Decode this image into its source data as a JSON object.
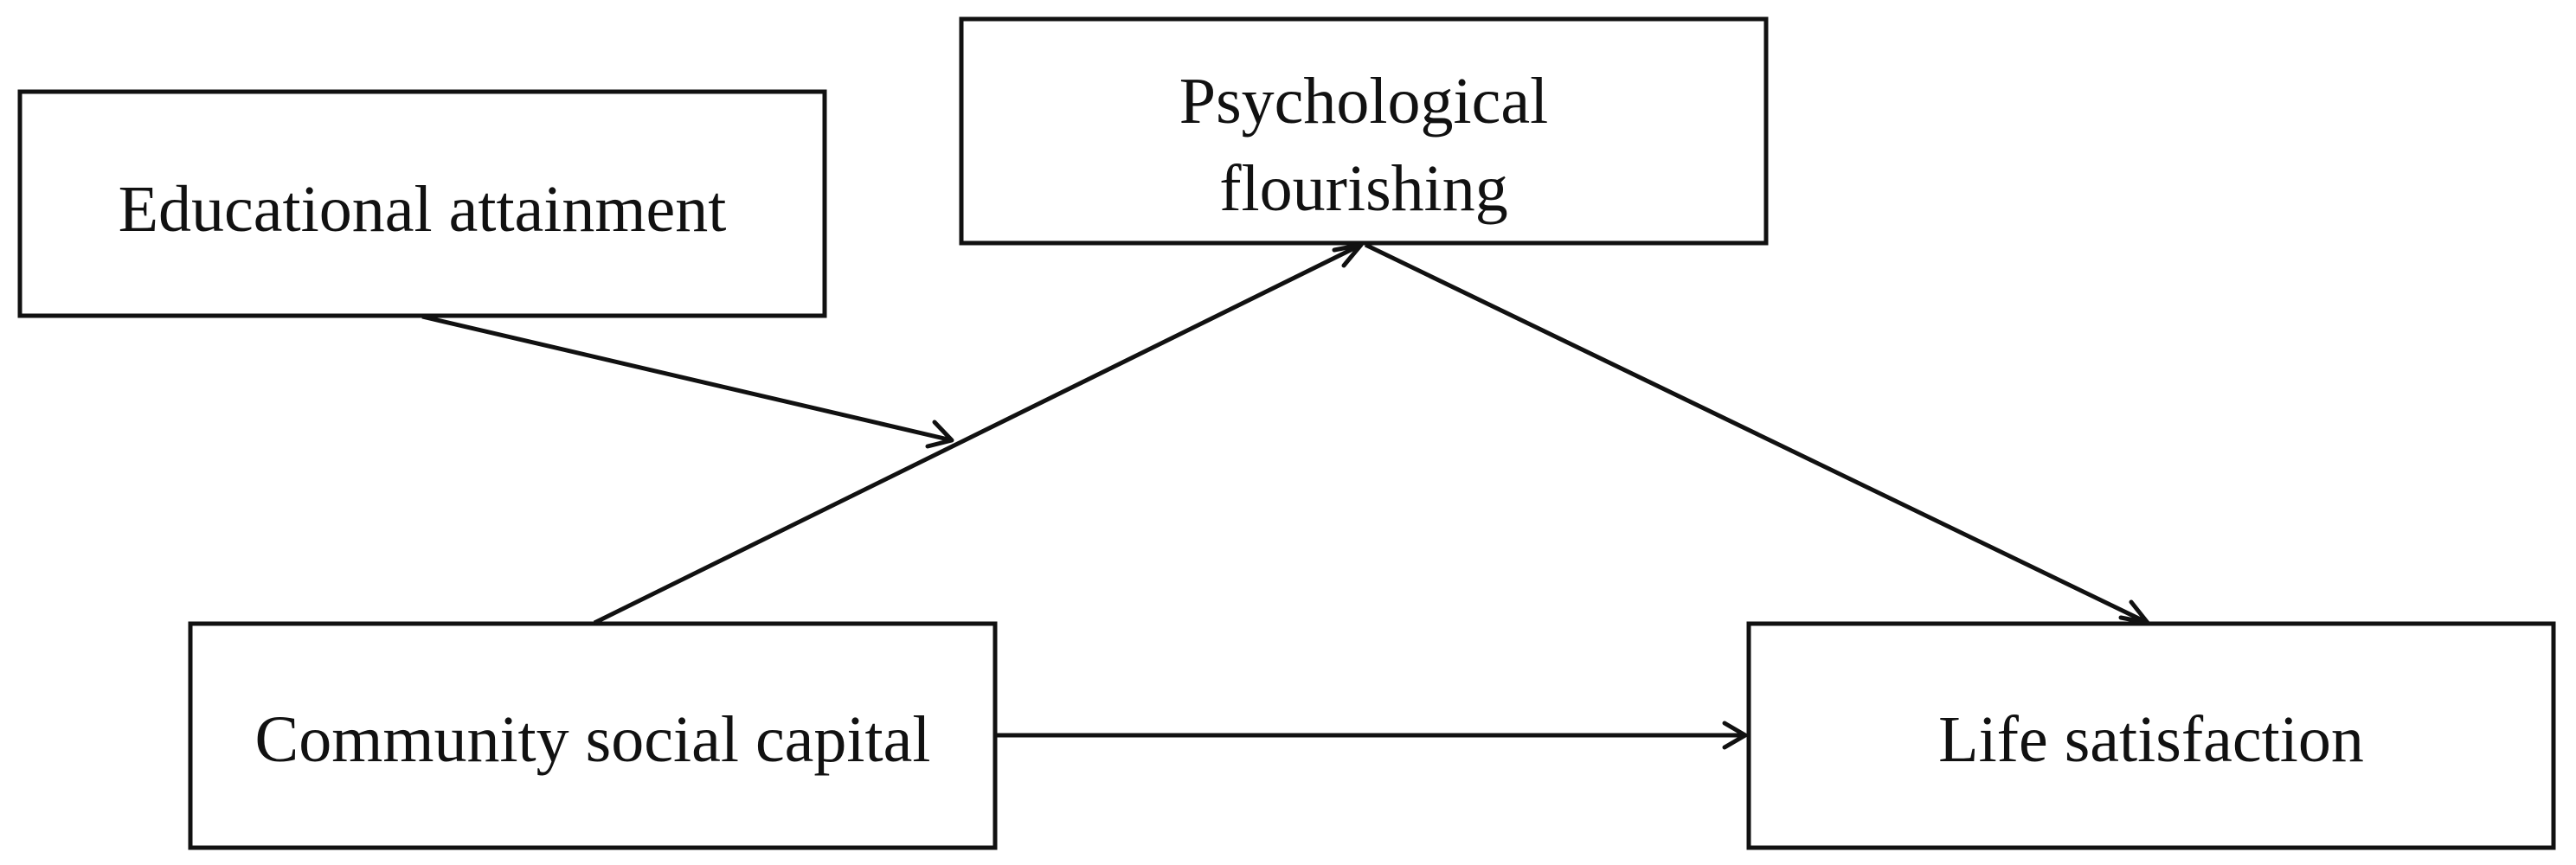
{
  "nodes": {
    "educational_attainment": {
      "label": "Educational attainment"
    },
    "psychological_flourishing": {
      "label_line1": "Psychological",
      "label_line2": "flourishing"
    },
    "community_social_capital": {
      "label": "Community social capital"
    },
    "life_satisfaction": {
      "label": "Life satisfaction"
    }
  },
  "edges": [
    {
      "from": "community_social_capital",
      "to": "psychological_flourishing"
    },
    {
      "from": "psychological_flourishing",
      "to": "life_satisfaction"
    },
    {
      "from": "community_social_capital",
      "to": "life_satisfaction"
    },
    {
      "from": "educational_attainment",
      "to": "community_social_capital-to-psychological_flourishing"
    }
  ],
  "colors": {
    "stroke": "#111111",
    "background": "#ffffff"
  }
}
